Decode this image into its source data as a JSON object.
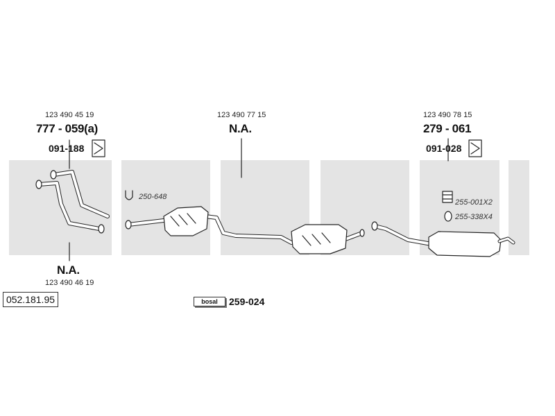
{
  "catalog_number": "052.181.95",
  "watermark_brand": "bosal",
  "sections": {
    "front": {
      "oem_top": "123 490 45 19",
      "part_top": "777 - 059(a)",
      "clamp_part": "091-188",
      "part_bottom": "N.A.",
      "oem_bottom": "123 490 46 19"
    },
    "middle": {
      "oem": "123 490 77 15",
      "part": "N.A.",
      "ubolt_part": "250-648"
    },
    "rear": {
      "oem": "123 490 78 15",
      "part": "279 - 061",
      "clamp_part": "091-028",
      "rubber_mount": "255-001X2",
      "ring": "255-338X4"
    }
  },
  "kit": {
    "brand_label": "bosal",
    "part": "259-024"
  }
}
